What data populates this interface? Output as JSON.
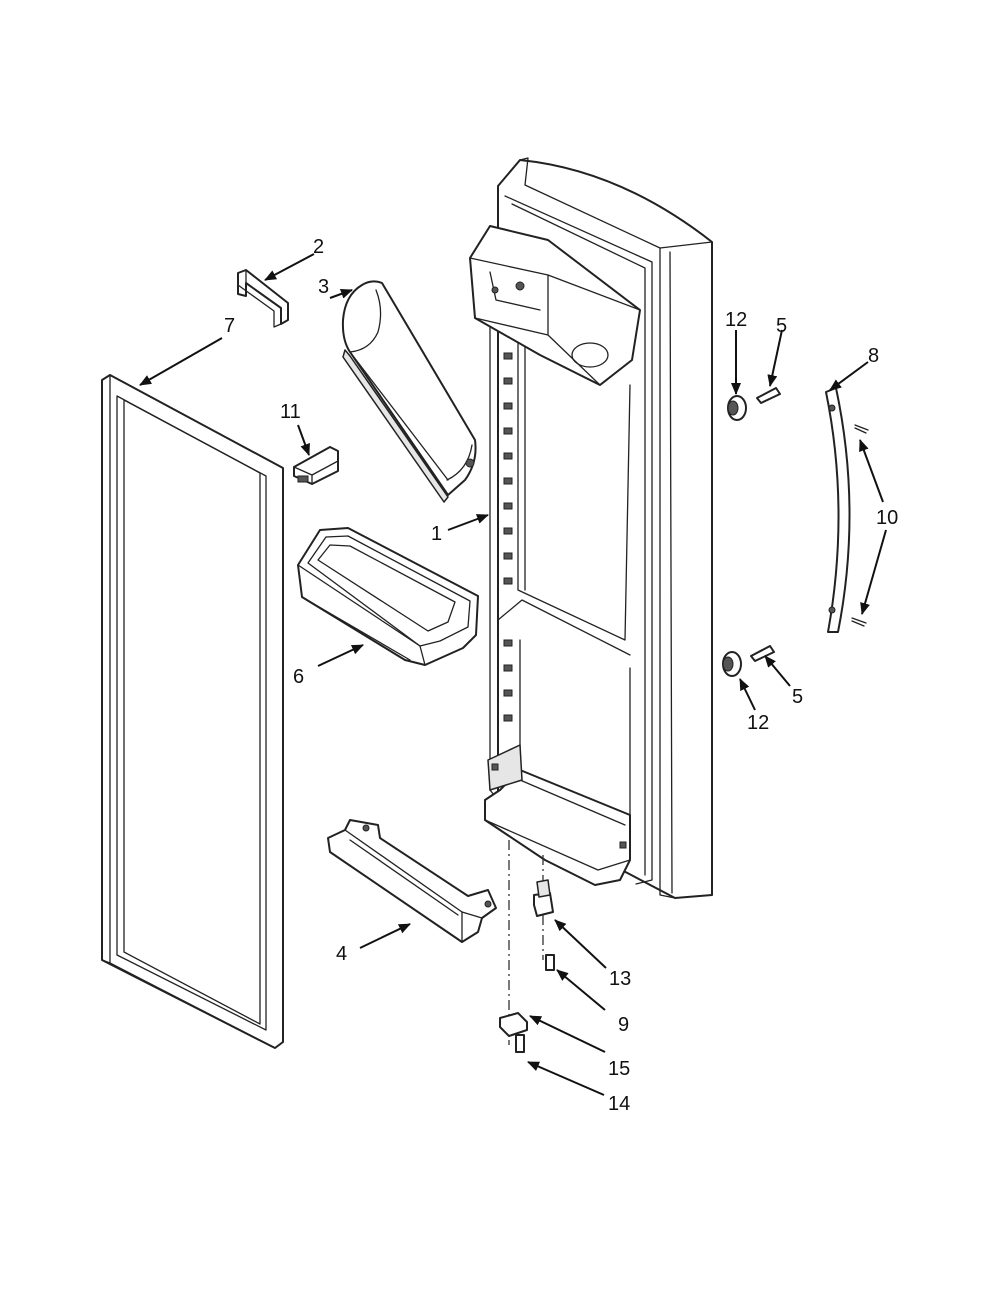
{
  "diagram": {
    "callouts": [
      {
        "id": "c1",
        "label": "1"
      },
      {
        "id": "c2",
        "label": "2"
      },
      {
        "id": "c3",
        "label": "3"
      },
      {
        "id": "c4",
        "label": "4"
      },
      {
        "id": "c5a",
        "label": "5"
      },
      {
        "id": "c5b",
        "label": "5"
      },
      {
        "id": "c6",
        "label": "6"
      },
      {
        "id": "c7",
        "label": "7"
      },
      {
        "id": "c8",
        "label": "8"
      },
      {
        "id": "c9",
        "label": "9"
      },
      {
        "id": "c10",
        "label": "10"
      },
      {
        "id": "c11",
        "label": "11"
      },
      {
        "id": "c12a",
        "label": "12"
      },
      {
        "id": "c12b",
        "label": "12"
      },
      {
        "id": "c13",
        "label": "13"
      },
      {
        "id": "c14",
        "label": "14"
      },
      {
        "id": "c15",
        "label": "15"
      }
    ]
  }
}
